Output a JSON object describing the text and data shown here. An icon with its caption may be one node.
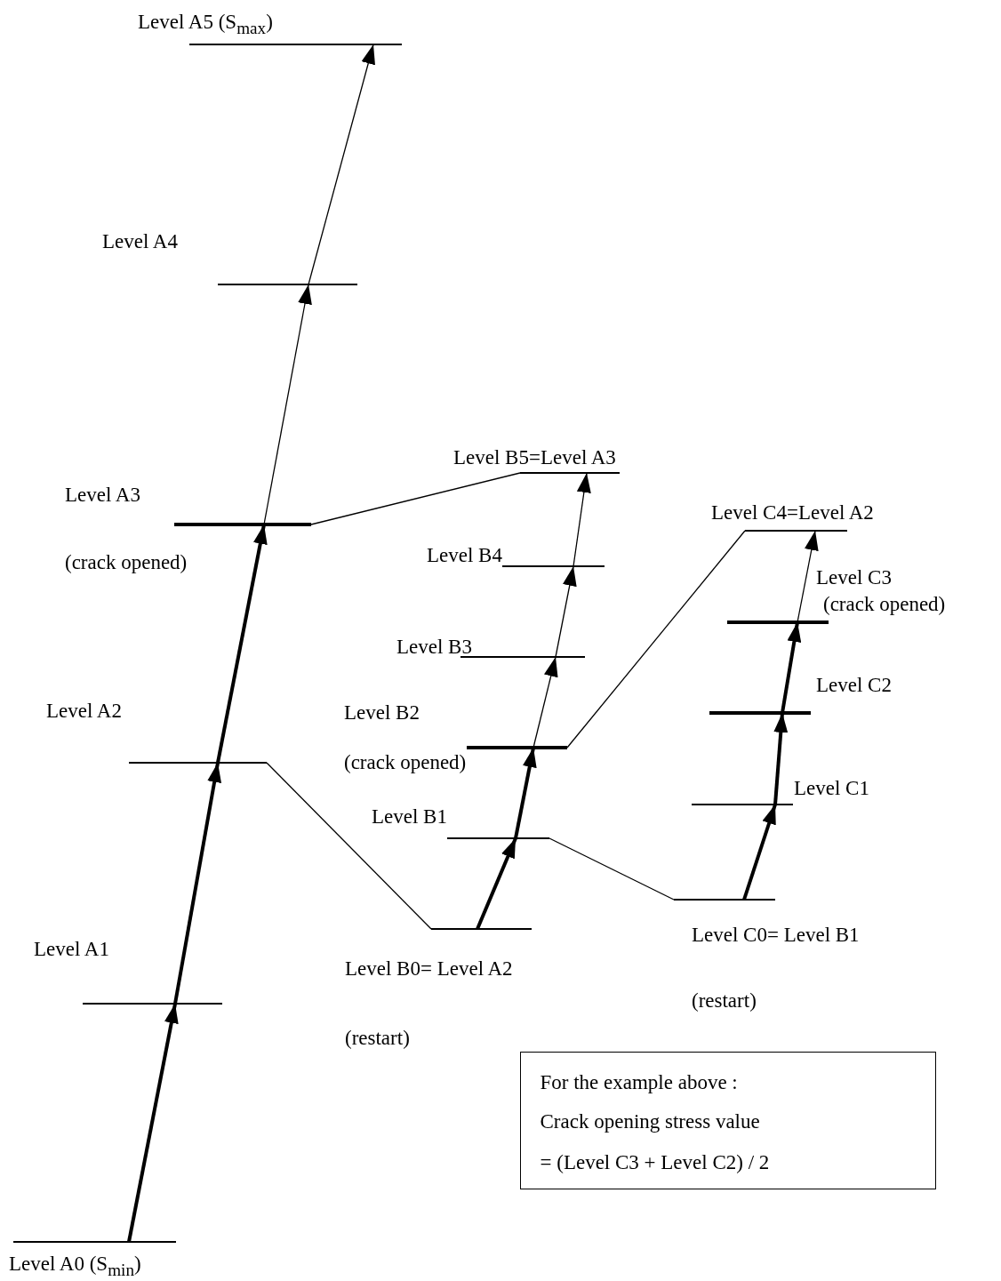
{
  "diagram": {
    "nodes": [
      {
        "text": [
          "Level A5 (S$_{max}$)"
        ]
      },
      {
        "text": [
          "Level A4"
        ]
      },
      {
        "text": [
          "Level A3",
          "(crack opened)"
        ]
      },
      {
        "text": [
          "Level A2"
        ]
      },
      {
        "text": [
          "Level A1"
        ]
      },
      {
        "text": [
          "Level A0 (S$_{min}$)"
        ]
      },
      {
        "text": [
          "Level B5=Level A3"
        ]
      },
      {
        "text": [
          "Level B4"
        ]
      },
      {
        "text": [
          "Level B3"
        ]
      },
      {
        "text": [
          "Level B2",
          "(crack opened)"
        ]
      },
      {
        "text": [
          "Level B1"
        ]
      },
      {
        "text": [
          "Level B0= Level A2",
          "(restart)"
        ]
      },
      {
        "text": [
          "Level C4=Level A2"
        ]
      },
      {
        "text": [
          "Level C3",
          "(crack opened)"
        ]
      },
      {
        "text": [
          "Level C2"
        ]
      },
      {
        "text": [
          "Level C1"
        ]
      },
      {
        "text": [
          "Level C0= Level B1",
          "(restart)"
        ]
      },
      {
        "text": [
          "For the example above :",
          "Crack opening stress value",
          "= (Level C3 + Level C2) / 2"
        ]
      }
    ],
    "edges": [
      {
        "from": 5,
        "to": 4,
        "arrow": "to",
        "style": "thick"
      },
      {
        "from": 4,
        "to": 3,
        "arrow": "to",
        "style": "thick"
      },
      {
        "from": 3,
        "to": 2,
        "arrow": "to",
        "style": "thick"
      },
      {
        "from": 2,
        "to": 1,
        "arrow": "to"
      },
      {
        "from": 1,
        "to": 0,
        "arrow": "to"
      },
      {
        "from": 11,
        "to": 10,
        "arrow": "to",
        "style": "thick"
      },
      {
        "from": 10,
        "to": 9,
        "arrow": "to",
        "style": "thick"
      },
      {
        "from": 9,
        "to": 8,
        "arrow": "to"
      },
      {
        "from": 8,
        "to": 7,
        "arrow": "to"
      },
      {
        "from": 7,
        "to": 6,
        "arrow": "to"
      },
      {
        "from": 16,
        "to": 15,
        "arrow": "to",
        "style": "thick"
      },
      {
        "from": 15,
        "to": 14,
        "arrow": "to",
        "style": "thick"
      },
      {
        "from": 14,
        "to": 13,
        "arrow": "to",
        "style": "thick"
      },
      {
        "from": 13,
        "to": 12,
        "arrow": "to"
      },
      {
        "from": 3,
        "to": 11,
        "arrow": "none"
      },
      {
        "from": 2,
        "to": 6,
        "arrow": "none"
      },
      {
        "from": 9,
        "to": 12,
        "arrow": "none"
      },
      {
        "from": 10,
        "to": 16,
        "arrow": "none"
      }
    ]
  }
}
